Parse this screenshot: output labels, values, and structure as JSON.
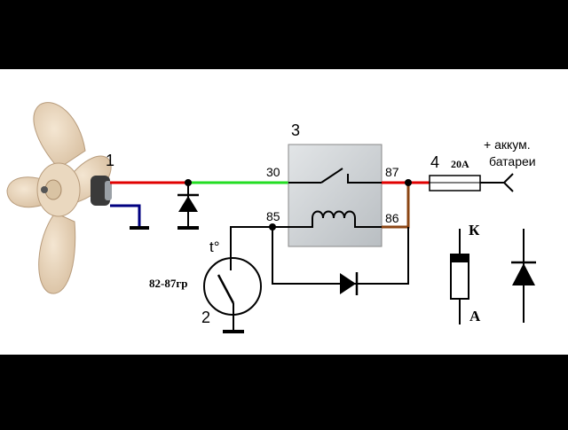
{
  "labels": {
    "fan_number": "1",
    "thermo_switch_number": "2",
    "relay_number": "3",
    "fuse_number": "4",
    "thermo_symbol": "t°",
    "temperature_range": "82-87гр",
    "pin_30": "30",
    "pin_87": "87",
    "pin_85": "85",
    "pin_86": "86",
    "fuse_rating": "20А",
    "battery_line1": "+ аккум.",
    "battery_line2": "батареи",
    "cathode_label": "К",
    "anode_label": "А"
  },
  "colors": {
    "background_band": "#000000",
    "canvas": "#ffffff",
    "wire_positive": "#e00000",
    "wire_relay_out": "#22dd22",
    "wire_ground": "#000080",
    "wire_coil_86": "#8b4513",
    "relay_body": "#cfd3d6",
    "fan_blade": "#e8d4b8"
  }
}
